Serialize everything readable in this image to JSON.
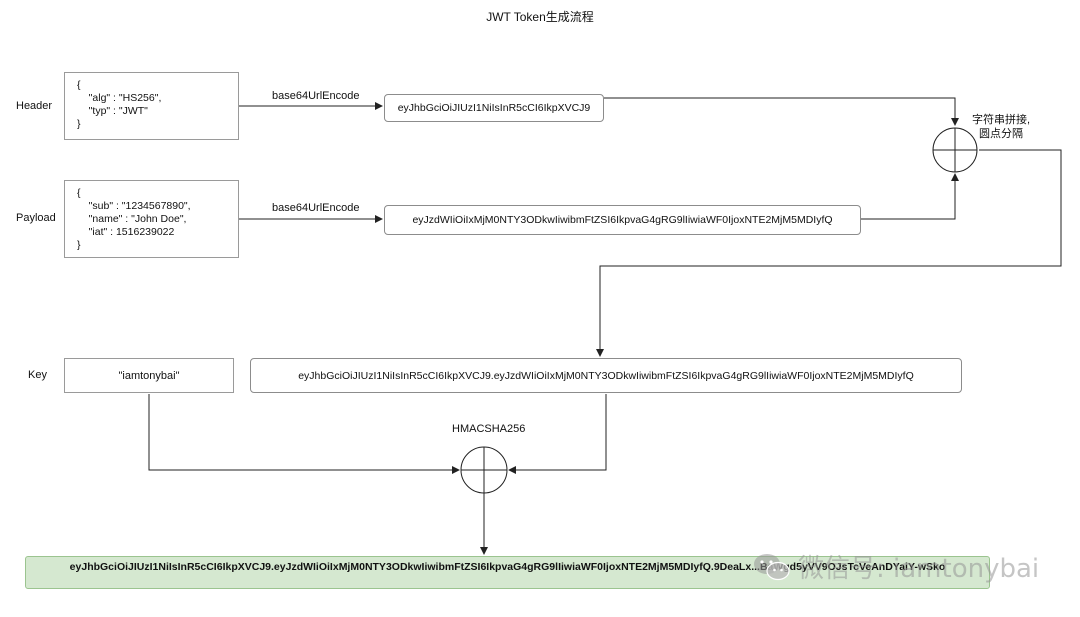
{
  "title": "JWT Token生成流程",
  "rows": {
    "header_label": "Header",
    "payload_label": "Payload",
    "key_label": "Key"
  },
  "header_json": [
    "{",
    "    \"alg\" : \"HS256\",",
    "    \"typ\" : \"JWT\"",
    "}"
  ],
  "payload_json": [
    "{",
    "    \"sub\" : \"1234567890\",",
    "    \"name\" : \"John Doe\",",
    "    \"iat\" : 1516239022",
    "}"
  ],
  "encode_label_header": "base64UrlEncode",
  "encode_label_payload": "base64UrlEncode",
  "header_encoded": "eyJhbGciOiJIUzI1NiIsInR5cCI6IkpXVCJ9",
  "payload_encoded": "eyJzdWIiOiIxMjM0NTY3ODkwIiwibmFtZSI6IkpvaG4gRG9lIiwiaWF0IjoxNTE2MjM5MDIyfQ",
  "concat_note": [
    "字符串拼接,",
    "圆点分隔"
  ],
  "joined_string": "eyJhbGciOiJIUzI1NiIsInR5cCI6IkpXVCJ9.eyJzdWIiOiIxMjM0NTY3ODkwIiwibmFtZSI6IkpvaG4gRG9lIiwiaWF0IjoxNTE2MjM5MDIyfQ",
  "key_value": "\"iamtonybai\"",
  "hmac_label": "HMACSHA256",
  "final_token": "eyJhbGciOiJIUzI1NiIsInR5cCI6IkpXVCJ9.eyJzdWIiOiIxMjM0NTY3ODkwIiwibmFtZSI6IkpvaG4gRG9lIiwiaWF0IjoxNTE2MjM5MDIyfQ.9DeaLx...BaWgd5yVV9OJsTcVeAnDYaiY-wSko",
  "watermark": "微信号: iamtonybai"
}
